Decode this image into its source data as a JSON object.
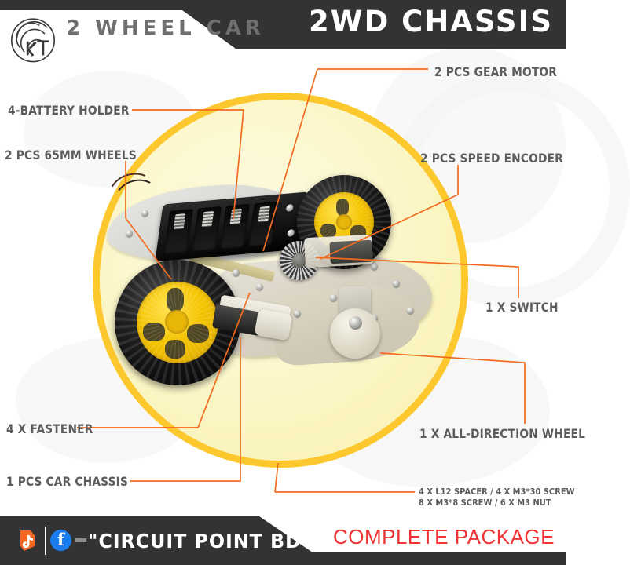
{
  "header": {
    "logo_name": "kt-circular-logo",
    "subtitle": "2 WHEEL CAR",
    "title": "2WD CHASSIS"
  },
  "callouts": [
    {
      "id": "gear-motor",
      "label": "2 PCS GEAR MOTOR"
    },
    {
      "id": "battery-holder",
      "label": "4-BATTERY HOLDER"
    },
    {
      "id": "wheels",
      "label": "2 PCS 65MM WHEELS"
    },
    {
      "id": "speed-encoder",
      "label": "2 PCS SPEED ENCODER"
    },
    {
      "id": "switch",
      "label": "1 X SWITCH"
    },
    {
      "id": "all-direction-wheel",
      "label": "1 X ALL-DIRECTION WHEEL"
    },
    {
      "id": "fastener",
      "label": "4 X FASTENER"
    },
    {
      "id": "car-chassis",
      "label": "1 PCS CAR CHASSIS"
    }
  ],
  "hardware_note": {
    "line1": "4 X L12 SPACER  /  4 X M3*30 SCREW",
    "line2": "8 X M3*8 SCREW  /  6 X M3 NUT"
  },
  "footer": {
    "tiktok_icon": "tiktok-icon",
    "facebook_icon": "facebook-icon",
    "brand": "\"CIRCUIT POINT BD\"",
    "tagline": "COMPLETE PACKAGE"
  },
  "colors": {
    "bar_dark": "#333333",
    "accent_yellow": "#fcc82e",
    "circle_fill": "#fbf6c8",
    "leader_orange": "#f26c1f",
    "label_gray": "#5c5c5c",
    "tagline_red": "#f03434",
    "facebook_blue": "#1b7ced",
    "tiktok_orange": "#f26722"
  }
}
